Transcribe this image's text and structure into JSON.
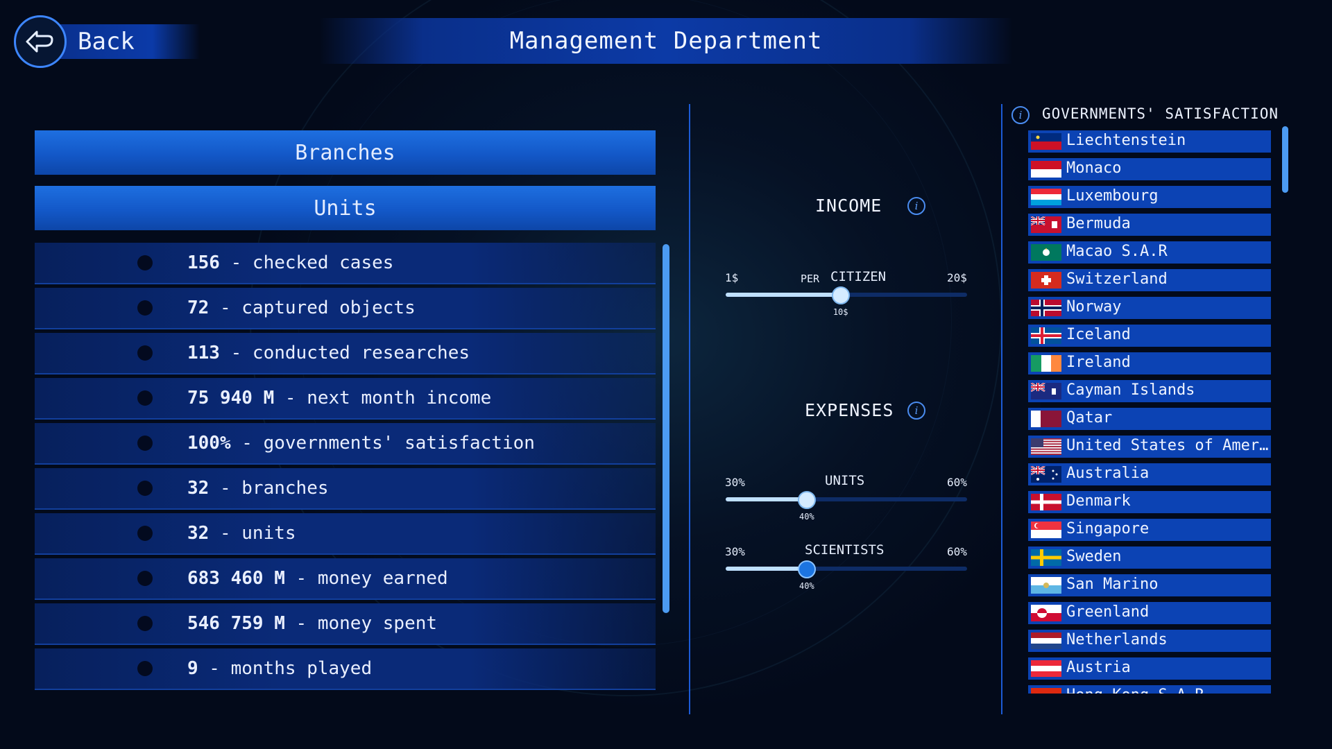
{
  "header": {
    "back_label": "Back",
    "title": "Management Department"
  },
  "left": {
    "branches_tab": "Branches",
    "units_tab": "Units",
    "stats": [
      {
        "value": "156",
        "label": " - checked cases"
      },
      {
        "value": "72",
        "label": " - captured objects"
      },
      {
        "value": "113",
        "label": " - conducted researches"
      },
      {
        "value": "75 940 M",
        "label": " - next month income"
      },
      {
        "value": "100%",
        "label": " - governments' satisfaction"
      },
      {
        "value": "32",
        "label": " - branches"
      },
      {
        "value": "32",
        "label": " - units"
      },
      {
        "value": "683 460 M",
        "label": " - money earned"
      },
      {
        "value": "546 759 M",
        "label": " - money spent"
      },
      {
        "value": "9",
        "label": " - months played"
      }
    ]
  },
  "income": {
    "title": "INCOME",
    "per_label": "PER",
    "citizen_label": "CITIZEN",
    "min_label": "1$",
    "max_label": "20$",
    "value_label": "10$",
    "min": 1,
    "max": 20,
    "value": 10
  },
  "expenses": {
    "title": "EXPENSES",
    "units": {
      "label": "UNITS",
      "min_label": "30%",
      "max_label": "60%",
      "value_label": "40%",
      "min": 30,
      "max": 60,
      "value": 40
    },
    "scientists": {
      "label": "SCIENTISTS",
      "min_label": "30%",
      "max_label": "60%",
      "value_label": "40%",
      "min": 30,
      "max": 60,
      "value": 40
    }
  },
  "governments": {
    "title": "GOVERNMENTS' SATISFACTION",
    "countries": [
      {
        "name": "Liechtenstein",
        "flag": "liechtenstein"
      },
      {
        "name": "Monaco",
        "flag": "monaco"
      },
      {
        "name": "Luxembourg",
        "flag": "luxembourg"
      },
      {
        "name": "Bermuda",
        "flag": "bermuda"
      },
      {
        "name": "Macao S.A.R",
        "flag": "macao"
      },
      {
        "name": "Switzerland",
        "flag": "switzerland"
      },
      {
        "name": "Norway",
        "flag": "norway"
      },
      {
        "name": "Iceland",
        "flag": "iceland"
      },
      {
        "name": "Ireland",
        "flag": "ireland"
      },
      {
        "name": "Cayman Islands",
        "flag": "cayman"
      },
      {
        "name": "Qatar",
        "flag": "qatar"
      },
      {
        "name": "United States of Ameri…",
        "flag": "usa"
      },
      {
        "name": "Australia",
        "flag": "australia"
      },
      {
        "name": "Denmark",
        "flag": "denmark"
      },
      {
        "name": "Singapore",
        "flag": "singapore"
      },
      {
        "name": "Sweden",
        "flag": "sweden"
      },
      {
        "name": "San Marino",
        "flag": "sanmarino"
      },
      {
        "name": "Greenland",
        "flag": "greenland"
      },
      {
        "name": "Netherlands",
        "flag": "netherlands"
      },
      {
        "name": "Austria",
        "flag": "austria"
      },
      {
        "name": "Hong Kong S.A.R",
        "flag": "hongkong"
      }
    ]
  },
  "colors": {
    "accent": "#1c74e0",
    "panel": "#0c43b4",
    "background": "#030a1a"
  }
}
